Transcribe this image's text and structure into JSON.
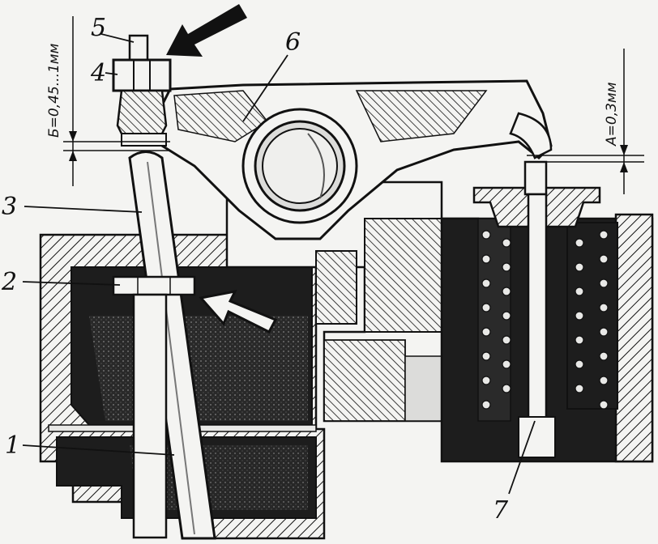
{
  "labels": {
    "n1": "1",
    "n2": "2",
    "n3": "3",
    "n4": "4",
    "n5": "5",
    "n6": "6",
    "n7": "7"
  },
  "dimensions": {
    "gap_b": "Б=0,45...1мм",
    "gap_a": "А=0,3мм"
  }
}
